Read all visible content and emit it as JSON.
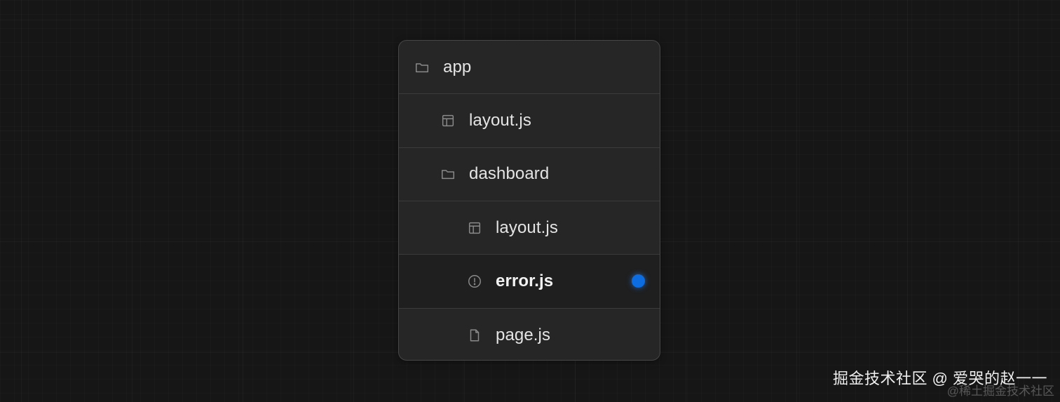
{
  "tree": {
    "items": [
      {
        "label": "app",
        "icon": "folder-icon",
        "depth": 0,
        "active": false
      },
      {
        "label": "layout.js",
        "icon": "layout-icon",
        "depth": 1,
        "active": false
      },
      {
        "label": "dashboard",
        "icon": "folder-icon",
        "depth": 1,
        "active": false
      },
      {
        "label": "layout.js",
        "icon": "layout-icon",
        "depth": 2,
        "active": false
      },
      {
        "label": "error.js",
        "icon": "error-circle-icon",
        "depth": 2,
        "active": true
      },
      {
        "label": "page.js",
        "icon": "file-icon",
        "depth": 2,
        "active": false
      }
    ],
    "indicator_color": "#0d6de0"
  },
  "watermark": {
    "text": "掘金技术社区 @ 爱哭的赵一一",
    "faint_text": "@稀土掘金技术社区"
  },
  "colors": {
    "background": "#161616",
    "panel": "#262626",
    "border": "#474747",
    "accent": "#0d6de0"
  }
}
